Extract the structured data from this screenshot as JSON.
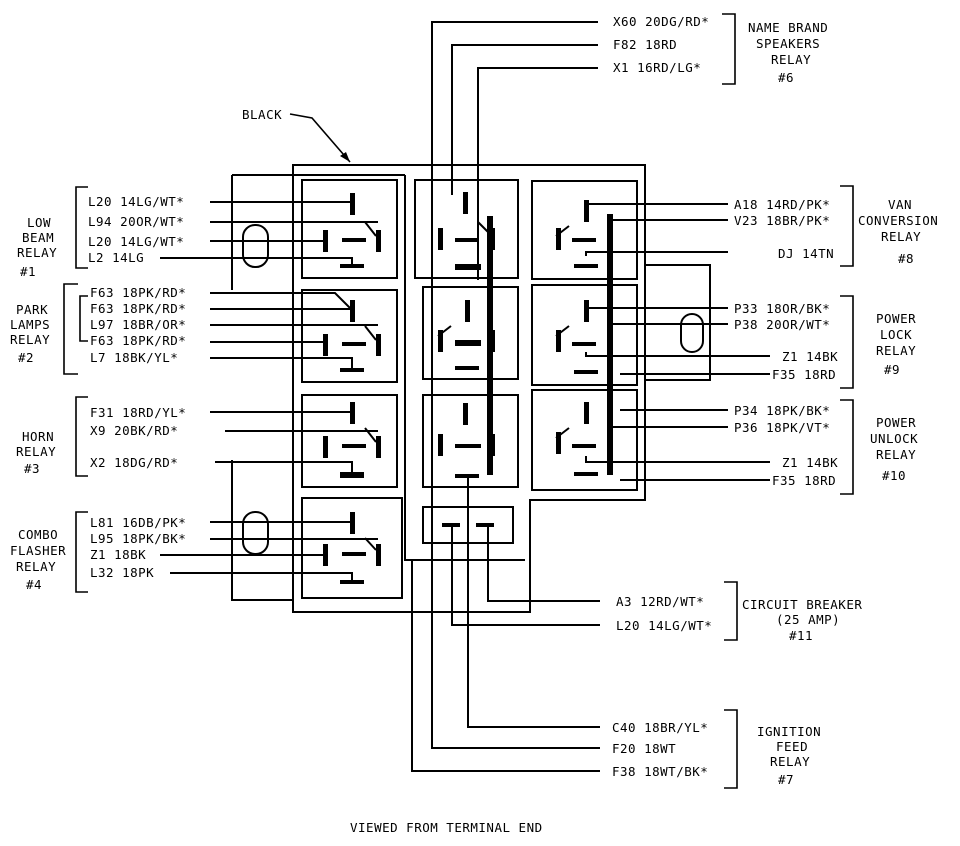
{
  "black_label": "BLACK",
  "footer": "VIEWED FROM TERMINAL END",
  "relays": {
    "low_beam": [
      "LOW",
      "BEAM",
      "RELAY",
      "#1"
    ],
    "park_lamps": [
      "PARK",
      "LAMPS",
      "RELAY",
      "#2"
    ],
    "horn": [
      "HORN",
      "RELAY",
      "#3"
    ],
    "combo_flasher": [
      "COMBO",
      "FLASHER",
      "RELAY",
      "#4"
    ],
    "name_brand": [
      "NAME BRAND",
      "SPEAKERS",
      "RELAY",
      "#6"
    ],
    "van_conversion": [
      "VAN",
      "CONVERSION",
      "RELAY",
      "#8"
    ],
    "power_lock": [
      "POWER",
      "LOCK",
      "RELAY",
      "#9"
    ],
    "power_unlock": [
      "POWER",
      "UNLOCK",
      "RELAY",
      "#10"
    ],
    "circuit_breaker": [
      "CIRCUIT BREAKER",
      "(25 AMP)",
      "#11"
    ],
    "ignition_feed": [
      "IGNITION",
      "FEED",
      "RELAY",
      "#7"
    ]
  },
  "wires": {
    "top": [
      "X60 20DG/RD*",
      "F82 18RD",
      "X1 16RD/LG*"
    ],
    "low_beam": [
      "L20 14LG/WT*",
      "L94 20OR/WT*",
      "L20 14LG/WT*",
      "L2 14LG"
    ],
    "park_lamps": [
      "F63 18PK/RD*",
      "F63 18PK/RD*",
      "L97 18BR/OR*",
      "F63 18PK/RD*",
      "L7 18BK/YL*"
    ],
    "horn": [
      "F31 18RD/YL*",
      "X9 20BK/RD*",
      "X2 18DG/RD*"
    ],
    "combo_flasher": [
      "L81 16DB/PK*",
      "L95 18PK/BK*",
      "Z1 18BK",
      "L32 18PK"
    ],
    "van_conversion": [
      "A18 14RD/PK*",
      "V23 18BR/PK*",
      "DJ 14TN"
    ],
    "power_lock": [
      "P33 18OR/BK*",
      "P38 20OR/WT*",
      "Z1 14BK",
      "F35 18RD"
    ],
    "power_unlock": [
      "P34 18PK/BK*",
      "P36 18PK/VT*",
      "Z1 14BK",
      "F35 18RD"
    ],
    "circuit_breaker": [
      "A3 12RD/WT*",
      "L20 14LG/WT*"
    ],
    "ignition_feed": [
      "C40 18BR/YL*",
      "F20 18WT",
      "F38 18WT/BK*"
    ]
  }
}
